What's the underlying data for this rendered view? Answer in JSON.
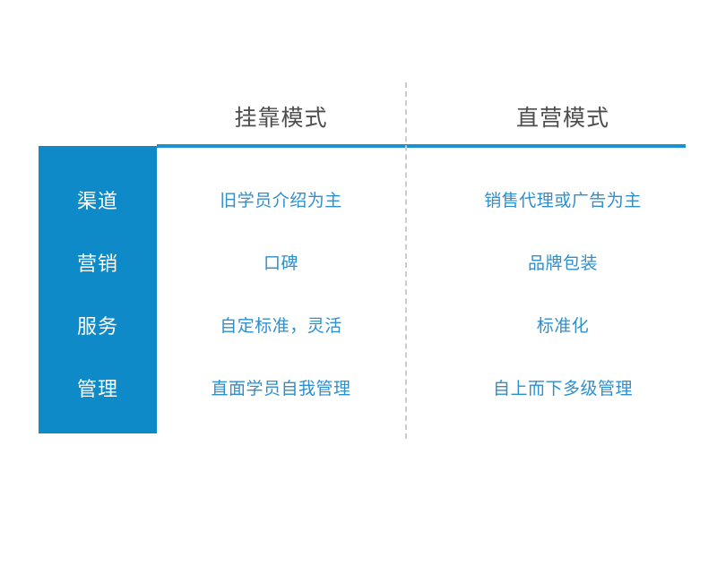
{
  "diagram": {
    "type": "comparison-table",
    "colors": {
      "sidebar_blue": "#0d8ac7",
      "accent_rule_blue": "#1b91d0",
      "cell_text_blue": "#2e8fcd",
      "header_text_gray": "#4d4d4d",
      "divider_gray": "#cccccc",
      "background": "#ffffff"
    },
    "headers": {
      "left": "挂靠模式",
      "right": "直营模式"
    },
    "rows": [
      {
        "label": "渠道",
        "left": "旧学员介绍为主",
        "right": "销售代理或广告为主"
      },
      {
        "label": "营销",
        "left": "口碑",
        "right": "品牌包装"
      },
      {
        "label": "服务",
        "left": "自定标准，灵活",
        "right": "标准化"
      },
      {
        "label": "管理",
        "left": "直面学员自我管理",
        "right": "自上而下多级管理"
      }
    ]
  }
}
